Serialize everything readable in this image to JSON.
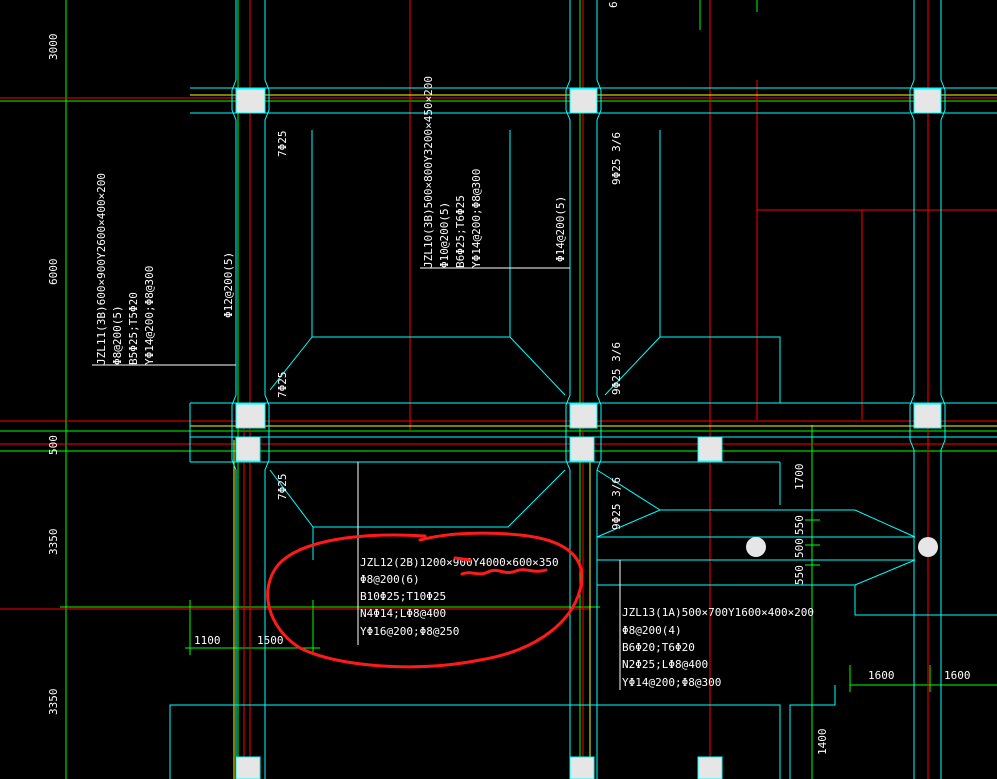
{
  "colors": {
    "background": "#000000",
    "beam_outline": "#00ffff",
    "axis_red": "#ff0000",
    "dimension_green": "#00ff00",
    "column_fill": "#e6e6e6",
    "text": "#ffffff",
    "annotation_markup": "#ff1a1a"
  },
  "dimensions": {
    "left_3000": "3000",
    "left_6000": "6000",
    "left_500": "500",
    "left_3350_a": "3350",
    "left_3350_b": "3350",
    "bottom_1100": "1100",
    "bottom_1500": "1500",
    "right_1600_a": "1600",
    "right_1600_b": "1600",
    "right_1700": "1700",
    "right_550_a": "550",
    "right_500": "500",
    "right_550_b": "550",
    "right_1400": "1400",
    "top_6": "6"
  },
  "rebar_labels": {
    "col_left_top": "7Φ25",
    "col_left_mid": "7Φ25",
    "col_left_bot": "7Φ25",
    "col_mid_top": "9Φ25 3/6",
    "col_mid_mid": "9Φ25 3/6",
    "col_mid_bot": "9Φ25 3/6",
    "stirrup_left": "Φ12@200(5)",
    "stirrup_mid": "Φ14@200(5)"
  },
  "beams": {
    "jzl11": [
      "JZL11(3B)600×900Y2600×400×200",
      "Φ8@200(5)",
      "B5Φ25;T5Φ20",
      "YΦ14@200;Φ8@300"
    ],
    "jzl10": [
      "JZL10(3B)500×800Y3200×450×200",
      "Φ10@200(5)",
      "B6Φ25;T6Φ25",
      "YΦ14@200;Φ8@300"
    ],
    "jzl12": [
      "JZL12(2B)1200×900Y4000×600×350",
      "Φ8@200(6)",
      "B10Φ25;T10Φ25",
      "N4Φ14;LΦ8@400",
      "YΦ16@200;Φ8@250"
    ],
    "jzl13": [
      "JZL13(1A)500×700Y1600×400×200",
      "Φ8@200(4)",
      "B6Φ20;T6Φ20",
      "N2Φ25;LΦ8@400",
      "YΦ14@200;Φ8@300"
    ]
  }
}
